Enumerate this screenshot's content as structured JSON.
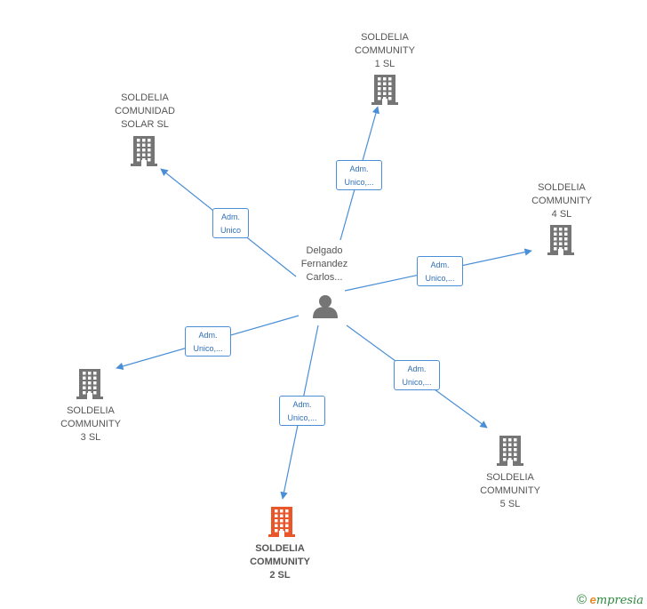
{
  "person": {
    "label": "Delgado\nFernandez\nCarlos...",
    "icon": "person-icon"
  },
  "companies": [
    {
      "id": "c1",
      "label": "SOLDELIA\nCOMMUNITY\n1  SL",
      "icon": "building-icon",
      "color": "#757575",
      "highlight": false
    },
    {
      "id": "csolar",
      "label": "SOLDELIA\nCOMUNIDAD\nSOLAR  SL",
      "icon": "building-icon",
      "color": "#757575",
      "highlight": false
    },
    {
      "id": "c4",
      "label": "SOLDELIA\nCOMMUNITY\n4  SL",
      "icon": "building-icon",
      "color": "#757575",
      "highlight": false
    },
    {
      "id": "c3",
      "label": "SOLDELIA\nCOMMUNITY\n3  SL",
      "icon": "building-icon",
      "color": "#757575",
      "highlight": false
    },
    {
      "id": "c5",
      "label": "SOLDELIA\nCOMMUNITY\n5  SL",
      "icon": "building-icon",
      "color": "#757575",
      "highlight": false
    },
    {
      "id": "c2",
      "label": "SOLDELIA\nCOMMUNITY\n2  SL",
      "icon": "building-icon",
      "color": "#e8562a",
      "highlight": true
    }
  ],
  "edges": [
    {
      "to": "c1",
      "label": "Adm.\nUnico,..."
    },
    {
      "to": "csolar",
      "label": "Adm.\nUnico"
    },
    {
      "to": "c4",
      "label": "Adm.\nUnico,..."
    },
    {
      "to": "c3",
      "label": "Adm.\nUnico,..."
    },
    {
      "to": "c5",
      "label": "Adm.\nUnico,..."
    },
    {
      "to": "c2",
      "label": "Adm.\nUnico,..."
    }
  ],
  "colors": {
    "edge": "#4a8fd6",
    "building": "#757575",
    "building_highlight": "#e8562a",
    "person": "#757575"
  },
  "footer": {
    "copyright": "©",
    "brand_initial": "e",
    "brand_rest": "mpresia"
  }
}
